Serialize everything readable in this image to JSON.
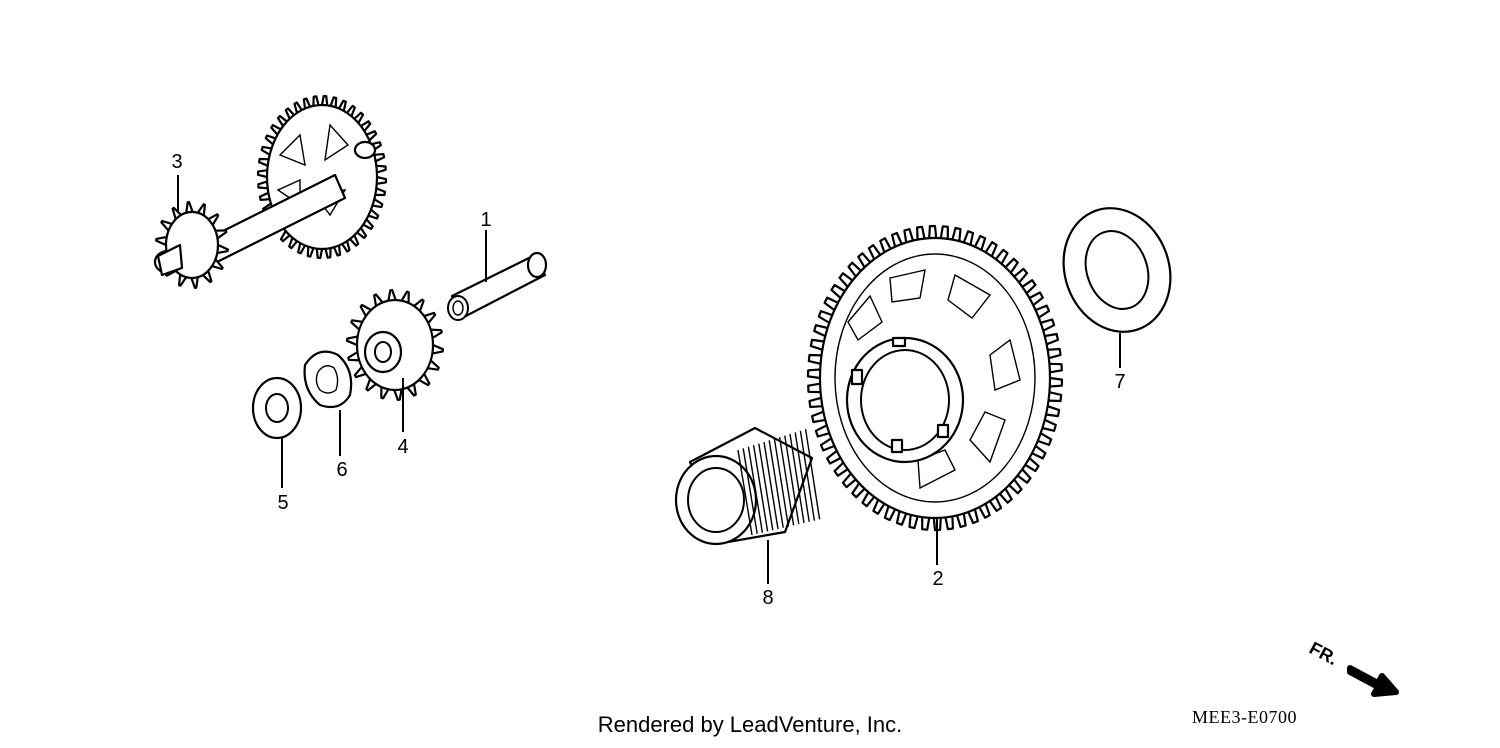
{
  "diagram": {
    "callouts": {
      "c1": "1",
      "c2": "2",
      "c3": "3",
      "c4": "4",
      "c5": "5",
      "c6": "6",
      "c7": "7",
      "c8": "8"
    },
    "direction_label": "FR.",
    "diagram_code": "MEE3-E0700"
  },
  "footer": {
    "credit": "Rendered by LeadVenture, Inc."
  }
}
